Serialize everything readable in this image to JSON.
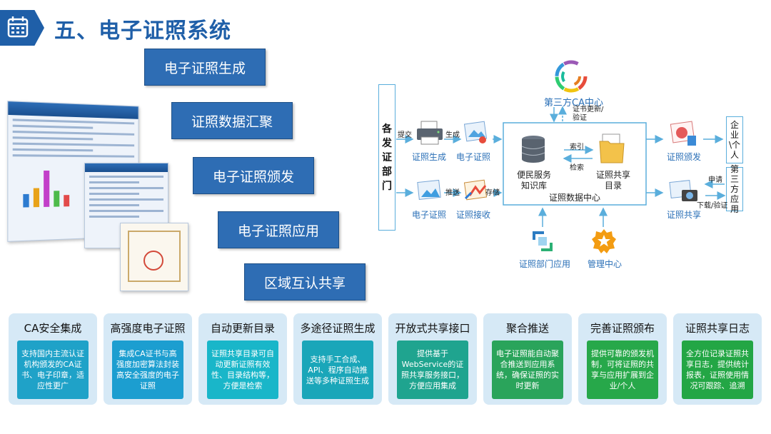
{
  "header": {
    "title": "五、电子证照系统"
  },
  "features": [
    "电子证照生成",
    "证照数据汇聚",
    "电子证照颁发",
    "电子证照应用",
    "区域互认共享"
  ],
  "screenshot": {
    "title": "福建省…电子证照公共服务系统"
  },
  "cards": [
    {
      "title": "CA安全集成",
      "body": "支持国内主流认证机构颁发的CA证书、电子印章，适应性更广",
      "color": "#1fa2c8"
    },
    {
      "title": "高强度电子证照",
      "body": "集成CA证书与高强度加密算法封装高安全强度的电子证照",
      "color": "#1c9ed0"
    },
    {
      "title": "自动更新目录",
      "body": "证照共享目录可自动更新证照有效性、目录结构等，方便是检索",
      "color": "#19b6c9"
    },
    {
      "title": "多途径证照生成",
      "body": "支持手工合成、API、程序自动推送等多种证照生成",
      "color": "#1aa6b9"
    },
    {
      "title": "开放式共享接口",
      "body": "提供基于WebService的证照共享服务接口，方便应用集成",
      "color": "#1fa48f"
    },
    {
      "title": "聚合推送",
      "body": "电子证照能自动聚合推送到应用系统，确保证照的实时更新",
      "color": "#2aa45b"
    },
    {
      "title": "完善证照颁布",
      "body": "提供可靠的颁发机制，可将证照的共享与应用扩展到企业/个人",
      "color": "#27a84a"
    },
    {
      "title": "证照共享日志",
      "body": "全方位记录证照共享日志，提供统计报表，证照使用情况可跟踪、追溯",
      "color": "#23a645"
    }
  ],
  "diagram": {
    "left_box": "各发证部门",
    "third_party_ca": "第三方CA中心",
    "cert_update": "证书更新/验证",
    "submit": "提交",
    "generate": "生成",
    "cert_generation": "证照生成",
    "e_cert": "电子证照",
    "push": "推送",
    "store": "存储",
    "e_cert2": "电子证照",
    "cert_receive": "证照接收",
    "knowledge_base": "便民服务知识库",
    "index": "索引",
    "search": "检索",
    "shared_catalog": "证照共享目录",
    "data_center": "证照数据中心",
    "cert_issue": "证照颁发",
    "cert_share": "证照共享",
    "enterprise": "企业\\个人",
    "third_app": "第三方应用",
    "apply": "申请",
    "download": "下载/验证",
    "dept_app": "证照部门应用",
    "mgmt_center": "管理中心",
    "icons": [
      "ca-logo-icon",
      "printer-icon",
      "certificate-icon",
      "database-icon",
      "folder-icon",
      "photo-icon",
      "camera-icon",
      "dept-app-icon",
      "star-badge-icon"
    ]
  }
}
